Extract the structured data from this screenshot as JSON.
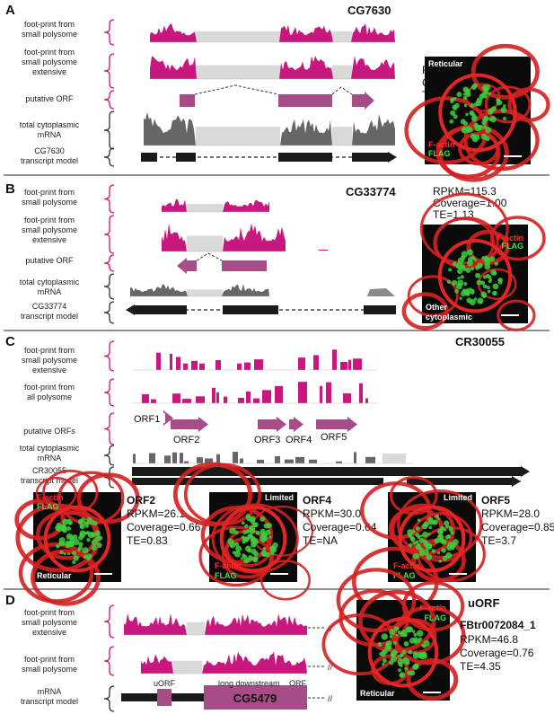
{
  "panels": {
    "A": {
      "letter": "A",
      "gene": "CG7630",
      "tracks": [
        "foot-print from|small polysome",
        "foot-print from|small polysome|extensive",
        "putative ORF",
        "total cytoplasmic|mRNA",
        "CG7630|transcript model"
      ],
      "stats": [
        "RPKM=702.2",
        "Coverage=1.00",
        "TE=1.05"
      ],
      "micro": [
        "Reticular",
        "F-actin",
        "FLAG"
      ]
    },
    "B": {
      "letter": "B",
      "gene": "CG33774",
      "tracks": [
        "foot-print from|small polysome",
        "foot-print from|small polysome|extensive",
        "putative ORF",
        "total cytoplasmic|mRNA",
        "CG33774|transcript model"
      ],
      "stats": [
        "RPKM=115.3",
        "Coverage=1.00",
        "TE=1.13"
      ],
      "micro": [
        "F-actin",
        "FLAG",
        "Other|cytoplasmic"
      ]
    },
    "C": {
      "letter": "C",
      "gene": "CR30055",
      "tracks": [
        "foot-print from|small polysome|extensive",
        "foot-print from|all polysome",
        "putative ORFs",
        "total cytoplasmic|mRNA",
        "CR30055|transcript model"
      ],
      "orfs": [
        "ORF1",
        "ORF2",
        "ORF3",
        "ORF4",
        "ORF5"
      ],
      "cells": [
        {
          "title": "ORF2",
          "stats": [
            "RPKM=26.1",
            "Coverage=0.66",
            "TE=0.83"
          ],
          "labels": [
            "F-actin",
            "FLAG",
            "Reticular"
          ]
        },
        {
          "title": "ORF4",
          "stats": [
            "RPKM=30.0",
            "Coverage=0.64",
            "TE=NA"
          ],
          "labels": [
            "Limited",
            "F-actin",
            "FLAG"
          ]
        },
        {
          "title": "ORF5",
          "stats": [
            "RPKM=28.0",
            "Coverage=0.85",
            "TE=3.7"
          ],
          "labels": [
            "Limited",
            "F-actin",
            "FLAG"
          ]
        }
      ]
    },
    "D": {
      "letter": "D",
      "gene": "uORF",
      "tracks": [
        "foot-print from|small polysome|extensive",
        "foot-print from|small polysome",
        "mRNA|transcript model"
      ],
      "model_labels": [
        "uORF",
        "long downstream",
        "ORF",
        "CG5479"
      ],
      "stat_title": "FBtr0072084_1",
      "stats": [
        "RPKM=46.8",
        "Coverage=0.76",
        "TE=4.35"
      ],
      "micro": [
        "F-actin",
        "FLAG",
        "Reticular"
      ]
    }
  },
  "colors": {
    "footprint": "#c8177e",
    "orf": "#a64d87",
    "mrna": "#666666",
    "gap": "#d9d9d9",
    "bracket": "#c8177e",
    "bracket_dark": "#333333",
    "model": "#1a1a1a"
  }
}
